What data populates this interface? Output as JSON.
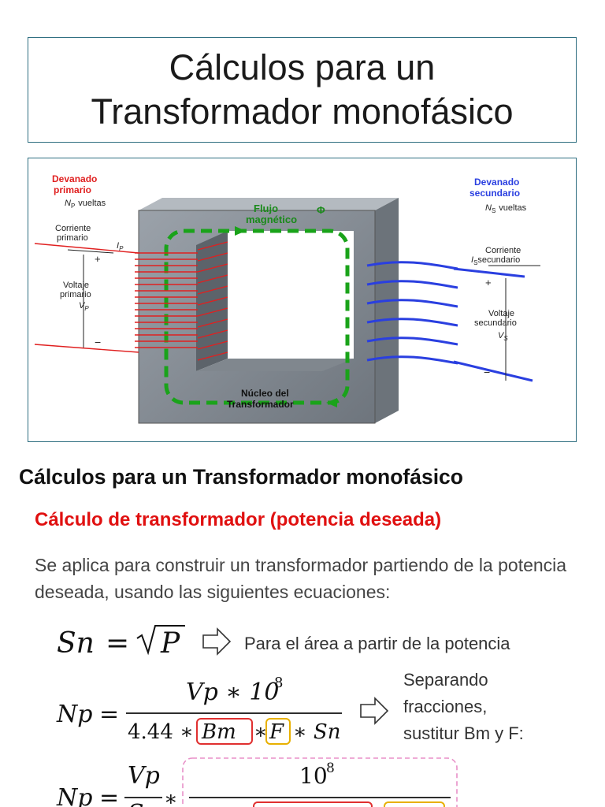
{
  "title": {
    "line1": "Cálculos para un",
    "line2": "Transformador monofásico"
  },
  "diagram": {
    "primary_title_1": "Devanado",
    "primary_title_2": "primario",
    "primary_turns": "vueltas",
    "primary_turns_sym": "N",
    "primary_turns_sub": "P",
    "primary_current_1": "Corriente",
    "primary_current_2": "primario",
    "primary_current_sym": "I",
    "primary_current_sub": "P",
    "primary_voltage_1": "Voltaje",
    "primary_voltage_2": "primario",
    "primary_voltage_sym": "V",
    "primary_voltage_sub": "P",
    "secondary_title_1": "Devanado",
    "secondary_title_2": "secundario",
    "secondary_turns": "vueltas",
    "secondary_turns_sym": "N",
    "secondary_turns_sub": "S",
    "secondary_current_1": "Corriente",
    "secondary_current_2": "secundario",
    "secondary_current_sym": "I",
    "secondary_current_sub": "S",
    "secondary_voltage_1": "Voltaje",
    "secondary_voltage_2": "secundario",
    "secondary_voltage_sym": "V",
    "secondary_voltage_sub": "S",
    "flux_1": "Flujo",
    "flux_2": "magnético",
    "flux_sym": "Φ",
    "core_1": "Núcleo del",
    "core_2": "Transformador",
    "plus": "+",
    "minus": "−"
  },
  "heading_main": "Cálculos para un Transformador monofásico",
  "heading_sub": "Cálculo de transformador (potencia deseada)",
  "paragraph": "Se aplica para construir un transformador partiendo de la potencia deseada, usando las siguientes ecuaciones:",
  "eq1": {
    "lhs": "Sn",
    "eq": "=",
    "radicand": "P",
    "note": "Para el área a partir de la potencia"
  },
  "eq2": {
    "lhs": "Np",
    "eq": "=",
    "num": "Vp ∗ 10",
    "num_exp": "8",
    "den_a": "4.44 ∗",
    "den_bm": "Bm",
    "star": "∗",
    "den_f": "F",
    "den_sn": "∗ Sn",
    "note_1": "Separando",
    "note_2": "fracciones,",
    "note_3": "sustitur Bm y F:"
  },
  "eq3": {
    "lhs": "Np",
    "eq": "=",
    "num1": "Vp",
    "star": "∗",
    "num2": "10",
    "num2_exp": "8",
    "den1": "Sn"
  },
  "colors": {
    "accent_red": "#e01010",
    "bm_box": "#e03030",
    "f_box": "#e8b000",
    "dash_box": "#e890c8",
    "frame": "#2e6e80"
  },
  "icons": [
    "right-arrow-icon",
    "right-arrow-icon"
  ]
}
